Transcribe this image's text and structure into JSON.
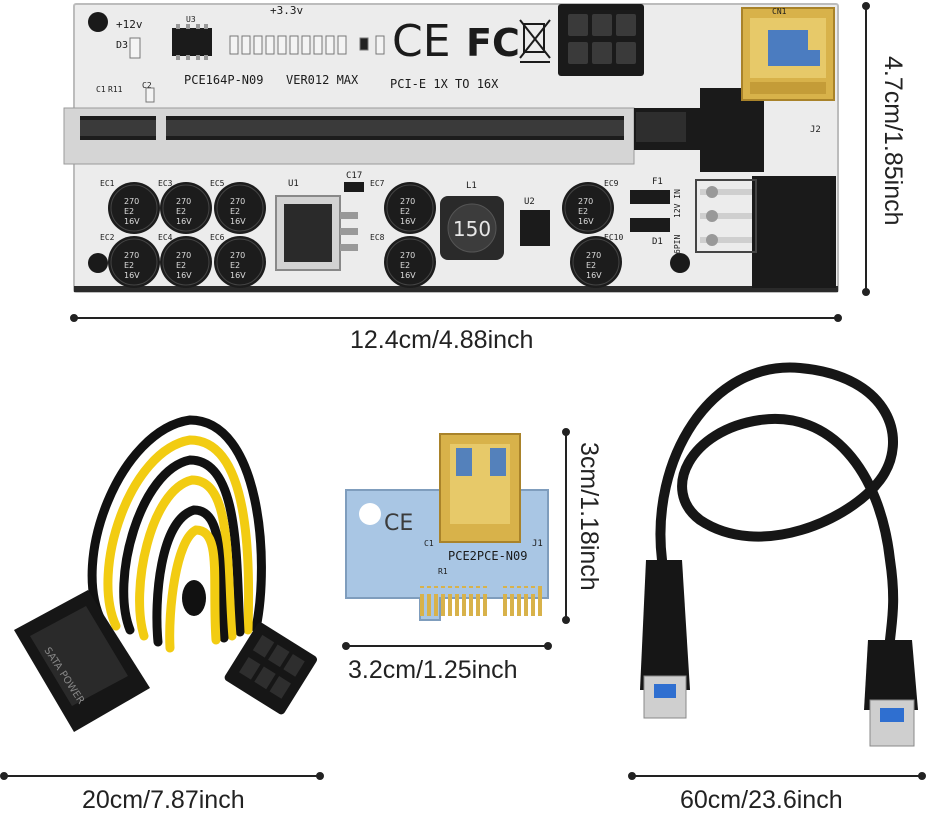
{
  "riser_board": {
    "model_label": "PCE164P-N09",
    "version_label": "VER012 MAX",
    "interface_label": "PCI-E 1X TO 16X",
    "power_label_12v": "+12v",
    "power_label_33v": "+3.3v",
    "ref_d3": "D3",
    "ref_u3": "U3",
    "ref_c1": "C1",
    "ref_c2": "C2",
    "ref_r11": "R11",
    "ref_c17": "C17",
    "ref_u1": "U1",
    "ref_u2": "U2",
    "ref_l1": "L1",
    "ref_f1": "F1",
    "ref_d1": "D1",
    "ref_j2": "J2",
    "ref_cn1": "CN1",
    "ref_ec1": "EC1",
    "ref_ec2": "EC2",
    "ref_ec3": "EC3",
    "ref_ec4": "EC4",
    "ref_ec5": "EC5",
    "ref_ec6": "EC6",
    "ref_ec7": "EC7",
    "ref_ec8": "EC8",
    "ref_ec9": "EC9",
    "ref_ec10": "EC10",
    "capacitor_value": "270",
    "capacitor_code": "E2",
    "capacitor_voltage": "16V",
    "inductor_value": "150",
    "rating_12v": "12V IN",
    "rating_6pin": "6PIN",
    "ce_mark": "CE",
    "fc_mark": "FC",
    "color_board": "#ececec",
    "color_gold": "#d8b24a",
    "color_black": "#1a1a1a"
  },
  "dimensions": {
    "riser_width": "12.4cm/4.88inch",
    "riser_height": "4.7cm/1.85inch",
    "adapter_width": "3.2cm/1.25inch",
    "adapter_height": "3cm/1.18inch",
    "cable_power_length": "20cm/7.87inch",
    "cable_usb_length": "60cm/23.6inch"
  },
  "adapter_card": {
    "model_label": "PCE2PCE-N09",
    "ref_j1": "J1",
    "ref_r1": "R1",
    "ref_c1": "C1",
    "ce_mark": "CE",
    "color_board": "#a9c6e4"
  },
  "power_cable": {
    "sata_label": "SATA POWER",
    "color_yellow": "#f2cc12",
    "color_black": "#111111"
  },
  "usb_cable": {
    "color_cable": "#161616",
    "color_plug_blue": "#2f6fd0"
  }
}
